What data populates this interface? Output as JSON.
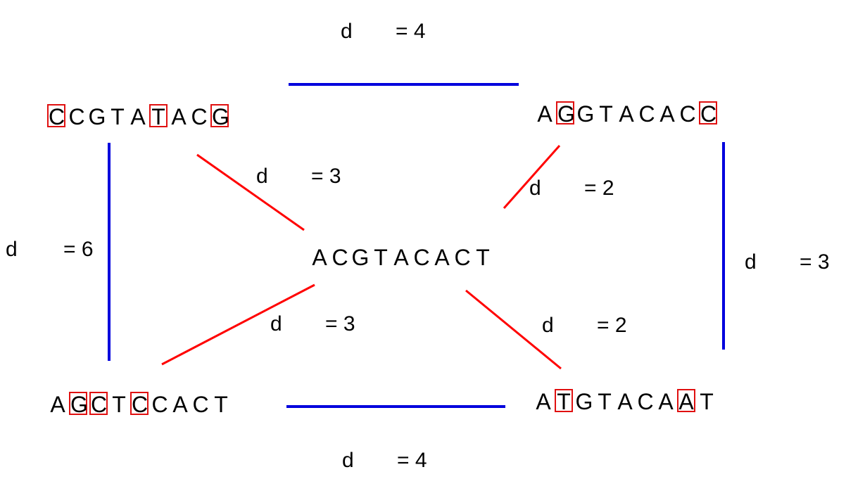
{
  "colors": {
    "match_edge": "#ff0000",
    "edge": "#0000dd",
    "highlight_box": "#e01010"
  },
  "sequences": {
    "top_left": {
      "letters": [
        "C",
        "C",
        "G",
        "T",
        "A",
        "T",
        "A",
        "C",
        "G"
      ],
      "highlight": [
        0,
        5,
        8
      ]
    },
    "top_right": {
      "letters": [
        "A",
        "G",
        "G",
        "T",
        "A",
        "C",
        "A",
        "C",
        "C"
      ],
      "highlight": [
        1,
        8
      ]
    },
    "center": {
      "letters": [
        "A",
        "C",
        "G",
        "T",
        "A",
        "C",
        "A",
        "C",
        "T"
      ],
      "highlight": []
    },
    "bottom_left": {
      "letters": [
        "A",
        "G",
        "C",
        "T",
        "C",
        "C",
        "A",
        "C",
        "T"
      ],
      "highlight": [
        1,
        2,
        4
      ]
    },
    "bottom_right": {
      "letters": [
        "A",
        "T",
        "G",
        "T",
        "A",
        "C",
        "A",
        "A",
        "T"
      ],
      "highlight": [
        1,
        7
      ]
    }
  },
  "labels": {
    "top": {
      "d": "d",
      "value": "= 4"
    },
    "bottom": {
      "d": "d",
      "value": "= 4"
    },
    "left": {
      "d": "d",
      "value": "= 6"
    },
    "right": {
      "d": "d",
      "value": "= 3"
    },
    "center_tl": {
      "d": "d",
      "value": "= 3"
    },
    "center_tr": {
      "d": "d",
      "value": "= 2"
    },
    "center_bl": {
      "d": "d",
      "value": "= 3"
    },
    "center_br": {
      "d": "d",
      "value": "= 2"
    }
  }
}
